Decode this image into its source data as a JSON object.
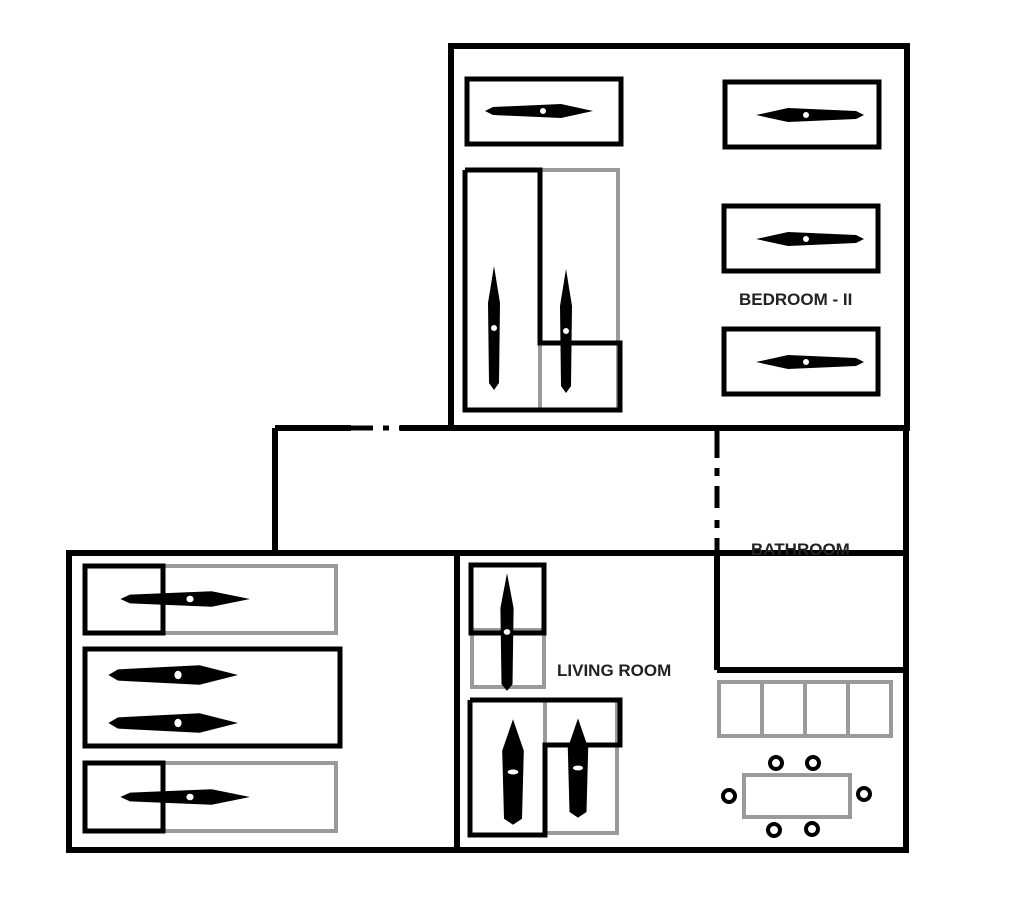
{
  "rooms": {
    "bedroom_2": "BEDROOM - II",
    "bathroom": "BATHROOM",
    "living_room": "LIVING ROOM"
  },
  "colors": {
    "wall": "#000000",
    "grey_furniture": "#9a9a9a",
    "background": "#ffffff"
  }
}
